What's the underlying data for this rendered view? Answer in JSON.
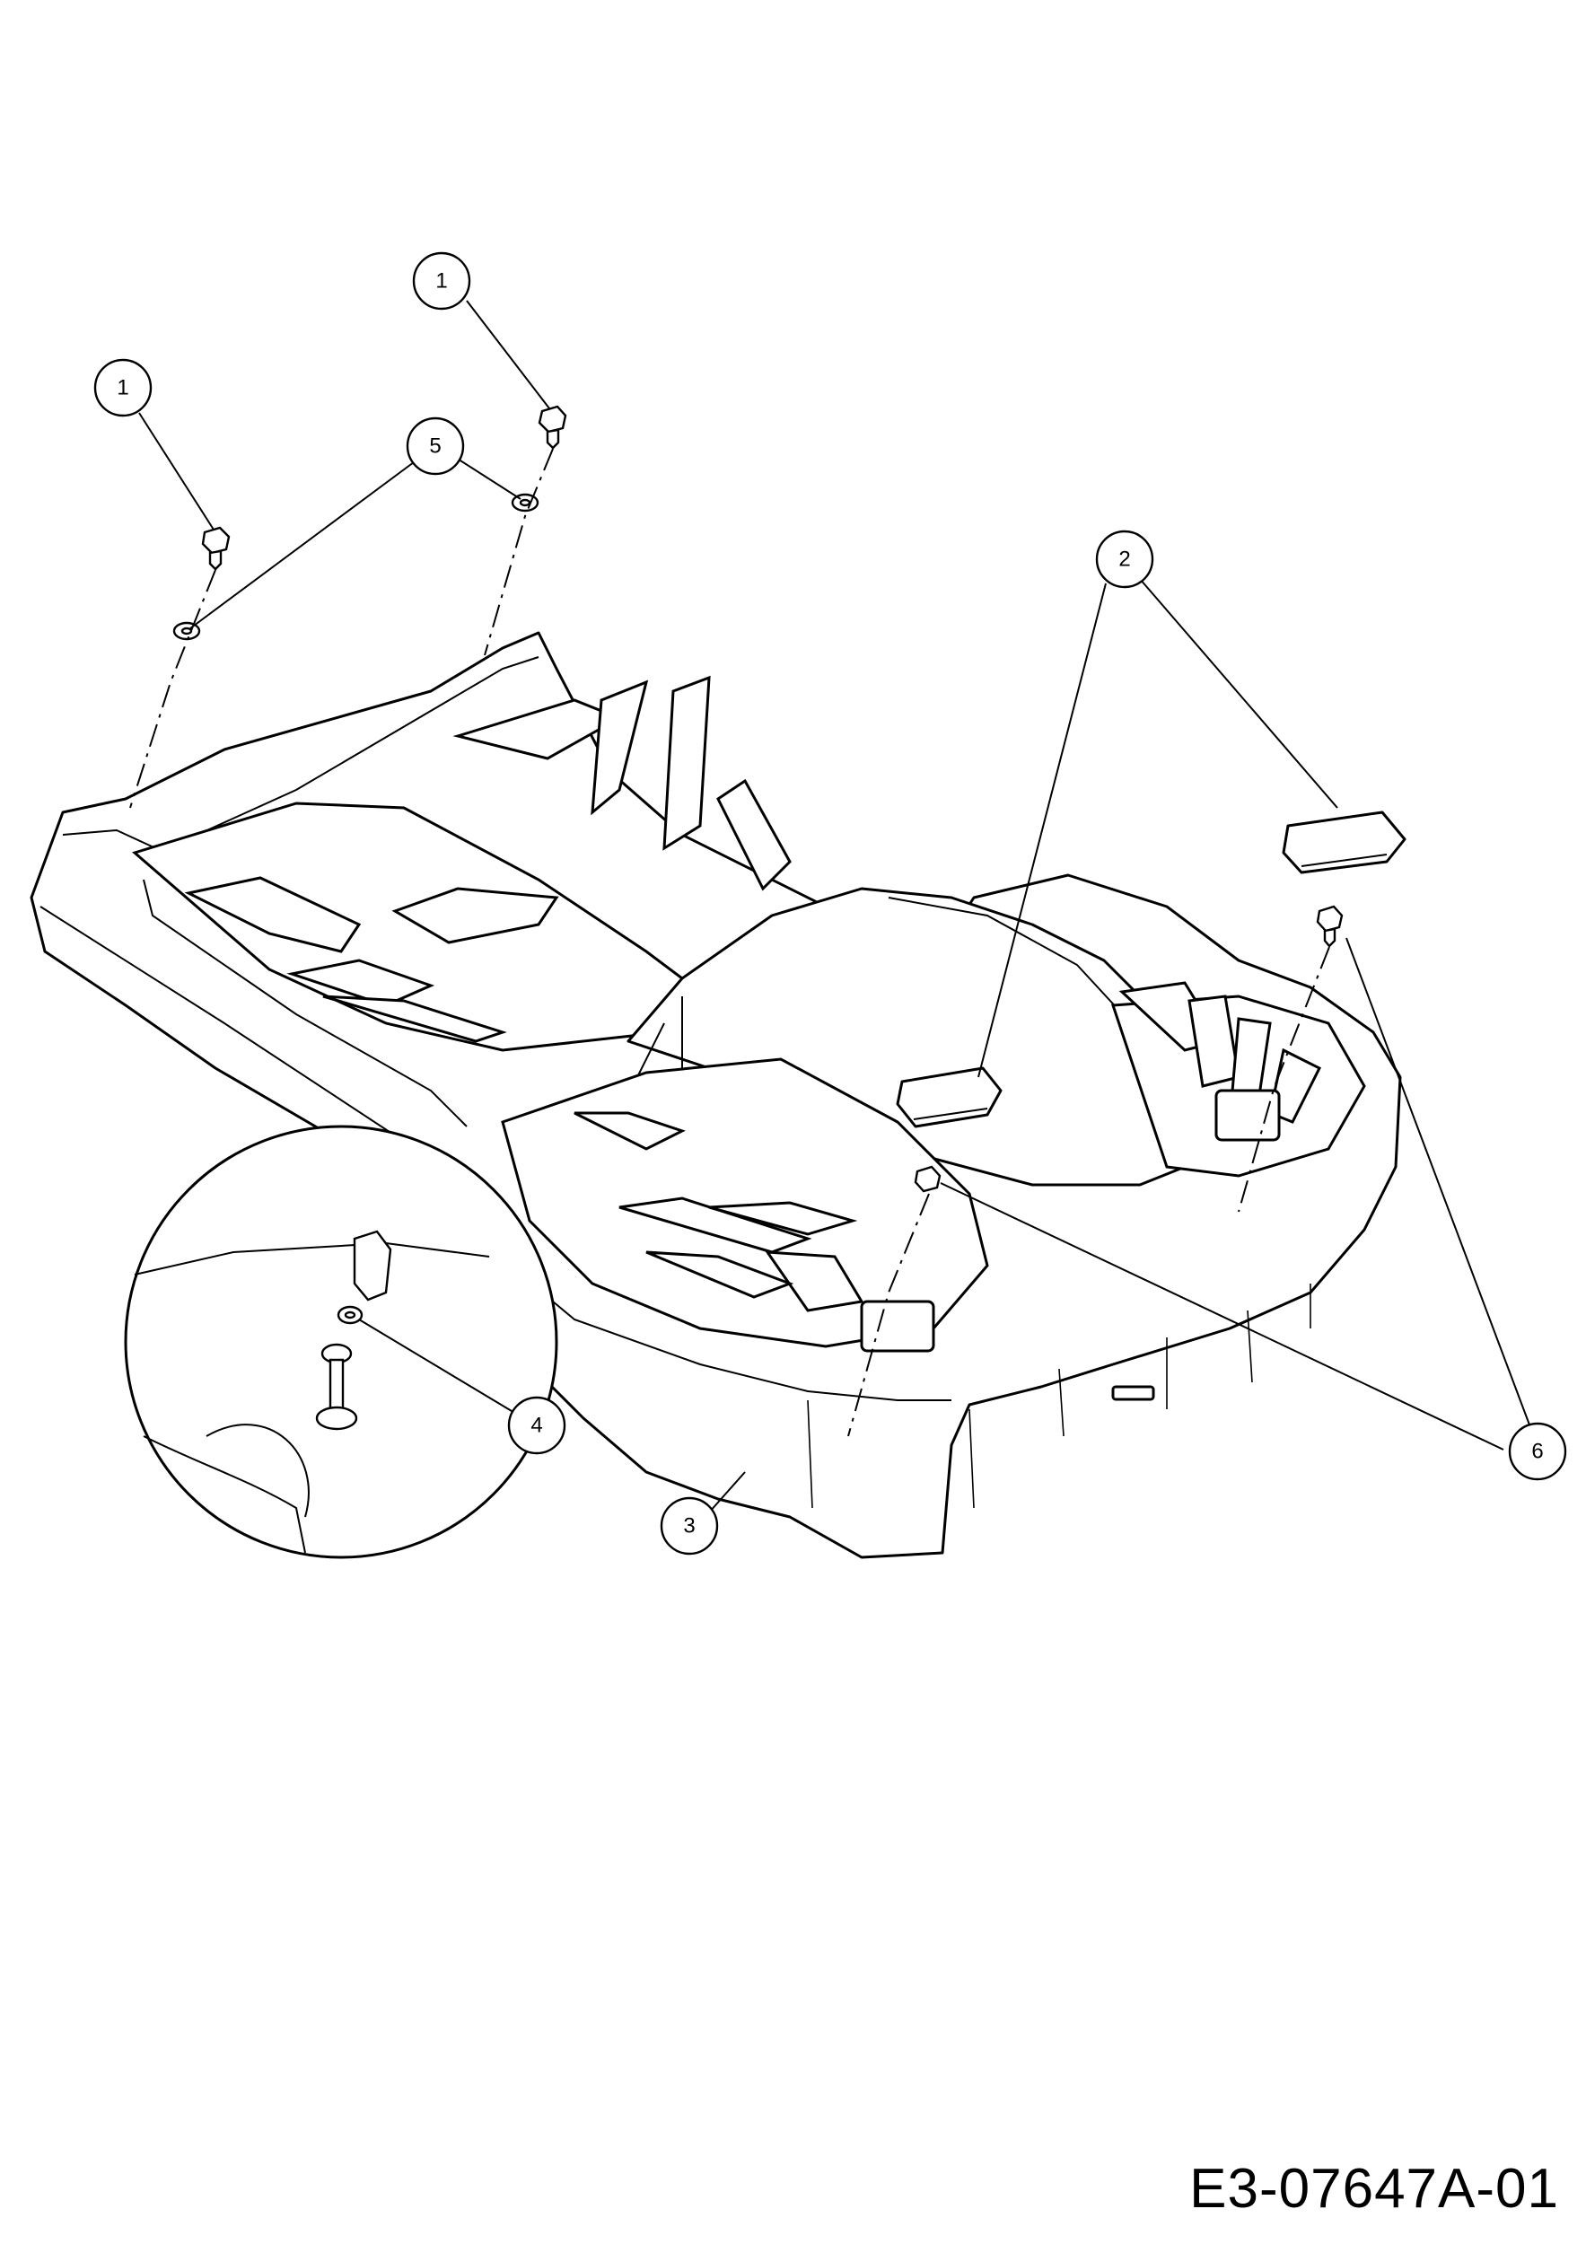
{
  "drawing_number": "E3-07647A-01",
  "callouts": [
    {
      "id": "c1a",
      "label": "1",
      "target": "screw-left"
    },
    {
      "id": "c1b",
      "label": "1",
      "target": "screw-right"
    },
    {
      "id": "c5",
      "label": "5",
      "target": "washers"
    },
    {
      "id": "c2",
      "label": "2",
      "target": "cover-caps"
    },
    {
      "id": "c6",
      "label": "6",
      "target": "rear-screws"
    },
    {
      "id": "c4",
      "label": "4",
      "target": "detail-washer"
    },
    {
      "id": "c3",
      "label": "3",
      "target": "footboard-body"
    }
  ]
}
